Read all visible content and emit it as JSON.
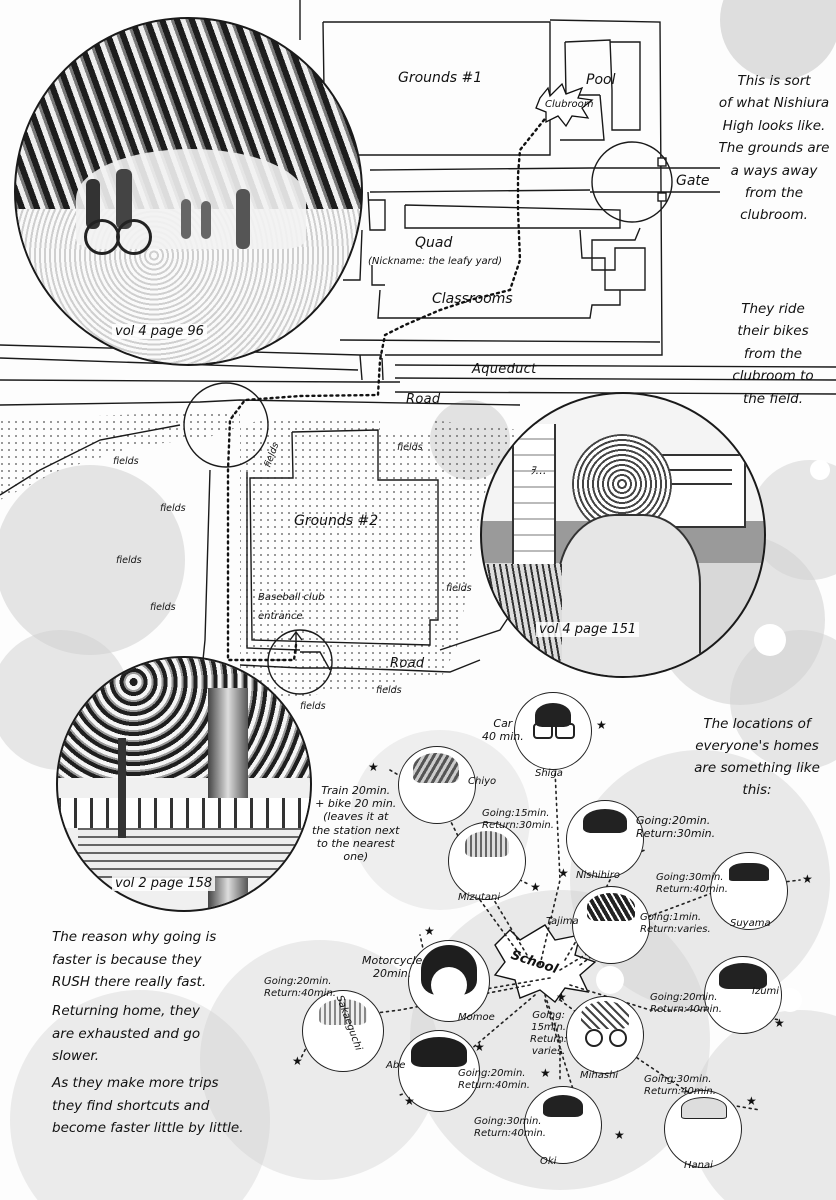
{
  "map": {
    "grounds_1": "Grounds #1",
    "pool": "Pool",
    "clubroom": "Clubroom",
    "gate": "Gate",
    "quad": "Quad",
    "quad_nickname": "(Nickname: the leafy yard)",
    "classrooms": "Classrooms",
    "aqueduct": "Aqueduct",
    "road_upper": "Road",
    "road_lower": "Road",
    "grounds_2": "Grounds #2",
    "baseball_entrance": "Baseball club\nentrance",
    "fields_label": "fields"
  },
  "notes": {
    "intro": "This is sort\nof what Nishiura\nHigh looks like.\nThe grounds are\na ways away\nfrom the\nclubroom.",
    "bikes": "They ride\ntheir bikes\nfrom the\nclubroom to\nthe field.",
    "homes": "The locations of\neveryone's homes\nare something like\nthis:",
    "reason": "The reason why going is\nfaster is because they\nRUSH there really fast.",
    "returning": "Returning home, they\nare exhausted and go\nslower.",
    "trips": "As they make more trips\nthey find shortcuts and\nbecome faster little by little."
  },
  "photos": {
    "p1": "vol 4 page 96",
    "p2": "vol 4 page 151",
    "p3": "vol 2 page 158"
  },
  "sfx": "ｦ…",
  "school_label": "School",
  "characters": {
    "shiga": {
      "name": "Shiga",
      "travel": "Car\n40 min."
    },
    "chiyo": {
      "name": "Chiyo",
      "travel": "Train 20min.\n+ bike 20 min.\n(leaves it at\nthe station next\nto the nearest\none)"
    },
    "mizutani": {
      "name": "Mizutani",
      "travel": "Going:15min.\nReturn:30min."
    },
    "nishihiro": {
      "name": "Nishihiro",
      "travel": "Going:20min.\nReturn:30min."
    },
    "suyama": {
      "name": "Suyama",
      "travel": "Going:30min.\nReturn:40min."
    },
    "tajima": {
      "name": "Tajima",
      "travel": "Going:1min.\nReturn:varies."
    },
    "momoe": {
      "name": "Momoe",
      "travel": "Motorcycle\n20min."
    },
    "sakaeguchi": {
      "name": "Sakaeguchi",
      "travel": "Going:20min.\nReturn:40min."
    },
    "izumi": {
      "name": "Izumi",
      "travel": "Going:20min.\nReturn:40min."
    },
    "mihashi": {
      "name": "Mihashi",
      "travel": "Going:\n15min.\nReturn:\nvaries."
    },
    "abe": {
      "name": "Abe",
      "travel": "Going:20min.\nReturn:40min."
    },
    "hanai": {
      "name": "Hanai",
      "travel": "Going:30min.\nReturn:40min."
    },
    "oki": {
      "name": "Oki",
      "travel": "Going:30min.\nReturn:40min."
    }
  },
  "colors": {
    "ink": "#111111",
    "tone": "#c9c9c9",
    "paper": "#fdfdfd"
  }
}
